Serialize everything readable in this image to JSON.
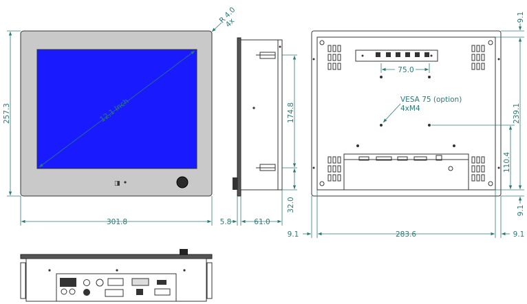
{
  "colors": {
    "dimension": "#2a7a76",
    "screen": "#1a1aff",
    "bezel": "#c9c9c9",
    "outline": "#333333"
  },
  "front_view": {
    "radius_label": "R 4.0",
    "radius_count": "4x",
    "diagonal_label": "12,1 Inch",
    "width_label": "301.8",
    "height_label": "257.3"
  },
  "side_view": {
    "depth_front_label": "5.8",
    "depth_label": "61.0",
    "height_upper_label": "174.8",
    "height_lower_label": "32.0"
  },
  "rear_view": {
    "vesa_spacing_label": "75.0",
    "vesa_note": "VESA 75 (option)",
    "vesa_screws": "4xM4",
    "top_offset_label": "9.1",
    "height_label": "239.1",
    "lower_height_label": "110.4",
    "bottom_offset_label": "9.1",
    "left_offset_label": "9.1",
    "width_label": "283.6",
    "right_offset_label": "9.1"
  }
}
